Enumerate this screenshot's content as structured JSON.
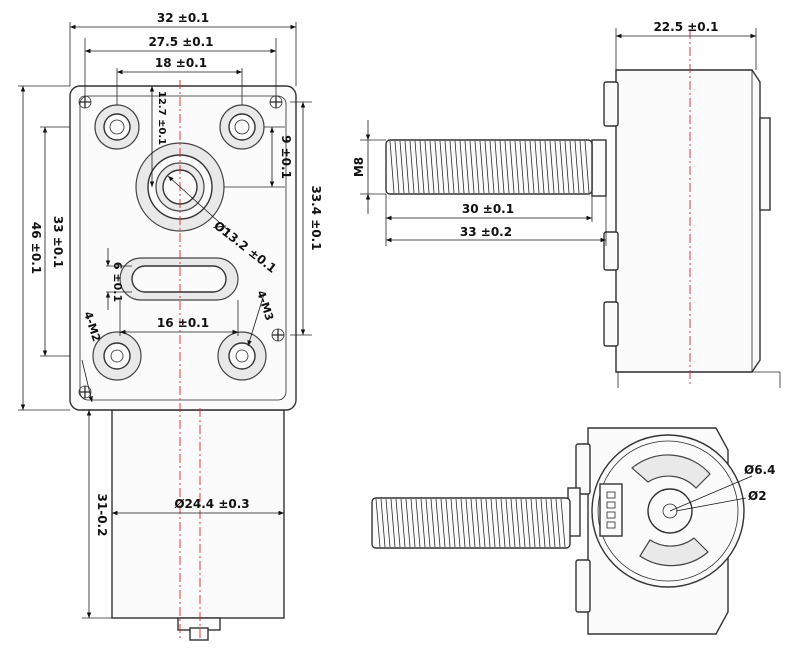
{
  "dimensions": {
    "width_32": "32 ±0.1",
    "width_27_5": "27.5 ±0.1",
    "width_18": "18 ±0.1",
    "offset_12_7": "12.7 ±0.1",
    "offset_9": "9 ±0.1",
    "height_33_4": "33.4 ±0.1",
    "height_46": "46 ±0.1",
    "height_33": "33 ±0.1",
    "shaft_dia": "Ø13.2 ±0.1",
    "slot_6": "6 ±0.1",
    "slot_16": "16 ±0.1",
    "holes_m3": "4-M3",
    "holes_m2": "4-M2",
    "motor_len": "31-0.2",
    "motor_dia": "Ø24.4 ±0.3",
    "side_width": "22.5 ±0.1",
    "thread": "M8",
    "thread_len_30": "30 ±0.1",
    "thread_len_33": "33 ±0.2",
    "hub_dia": "Ø6.4",
    "center_dia": "Ø2"
  }
}
